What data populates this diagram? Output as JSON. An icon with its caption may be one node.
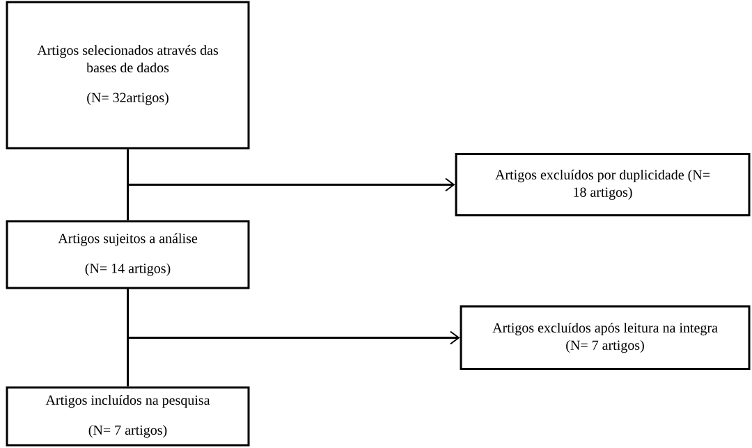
{
  "diagram": {
    "nodes": [
      {
        "text": [
          "Artigos selecionados através das bases de dados",
          "(N= 32artigos)"
        ]
      },
      {
        "text": [
          "Artigos excluídos por duplicidade (N= 18 artigos)"
        ]
      },
      {
        "text": [
          "Artigos sujeitos a análise",
          "(N= 14 artigos)"
        ]
      },
      {
        "text": [
          "Artigos excluídos após leitura na integra (N= 7 artigos)"
        ]
      },
      {
        "text": [
          "Artigos incluídos na pesquisa",
          "(N= 7 artigos)"
        ]
      }
    ],
    "edges": [
      {
        "from": 0,
        "to": 2,
        "arrow": "none"
      },
      {
        "from": 0,
        "to": 1,
        "arrow": "to"
      },
      {
        "from": 2,
        "to": 4,
        "arrow": "none"
      },
      {
        "from": 2,
        "to": 3,
        "arrow": "to"
      }
    ]
  }
}
